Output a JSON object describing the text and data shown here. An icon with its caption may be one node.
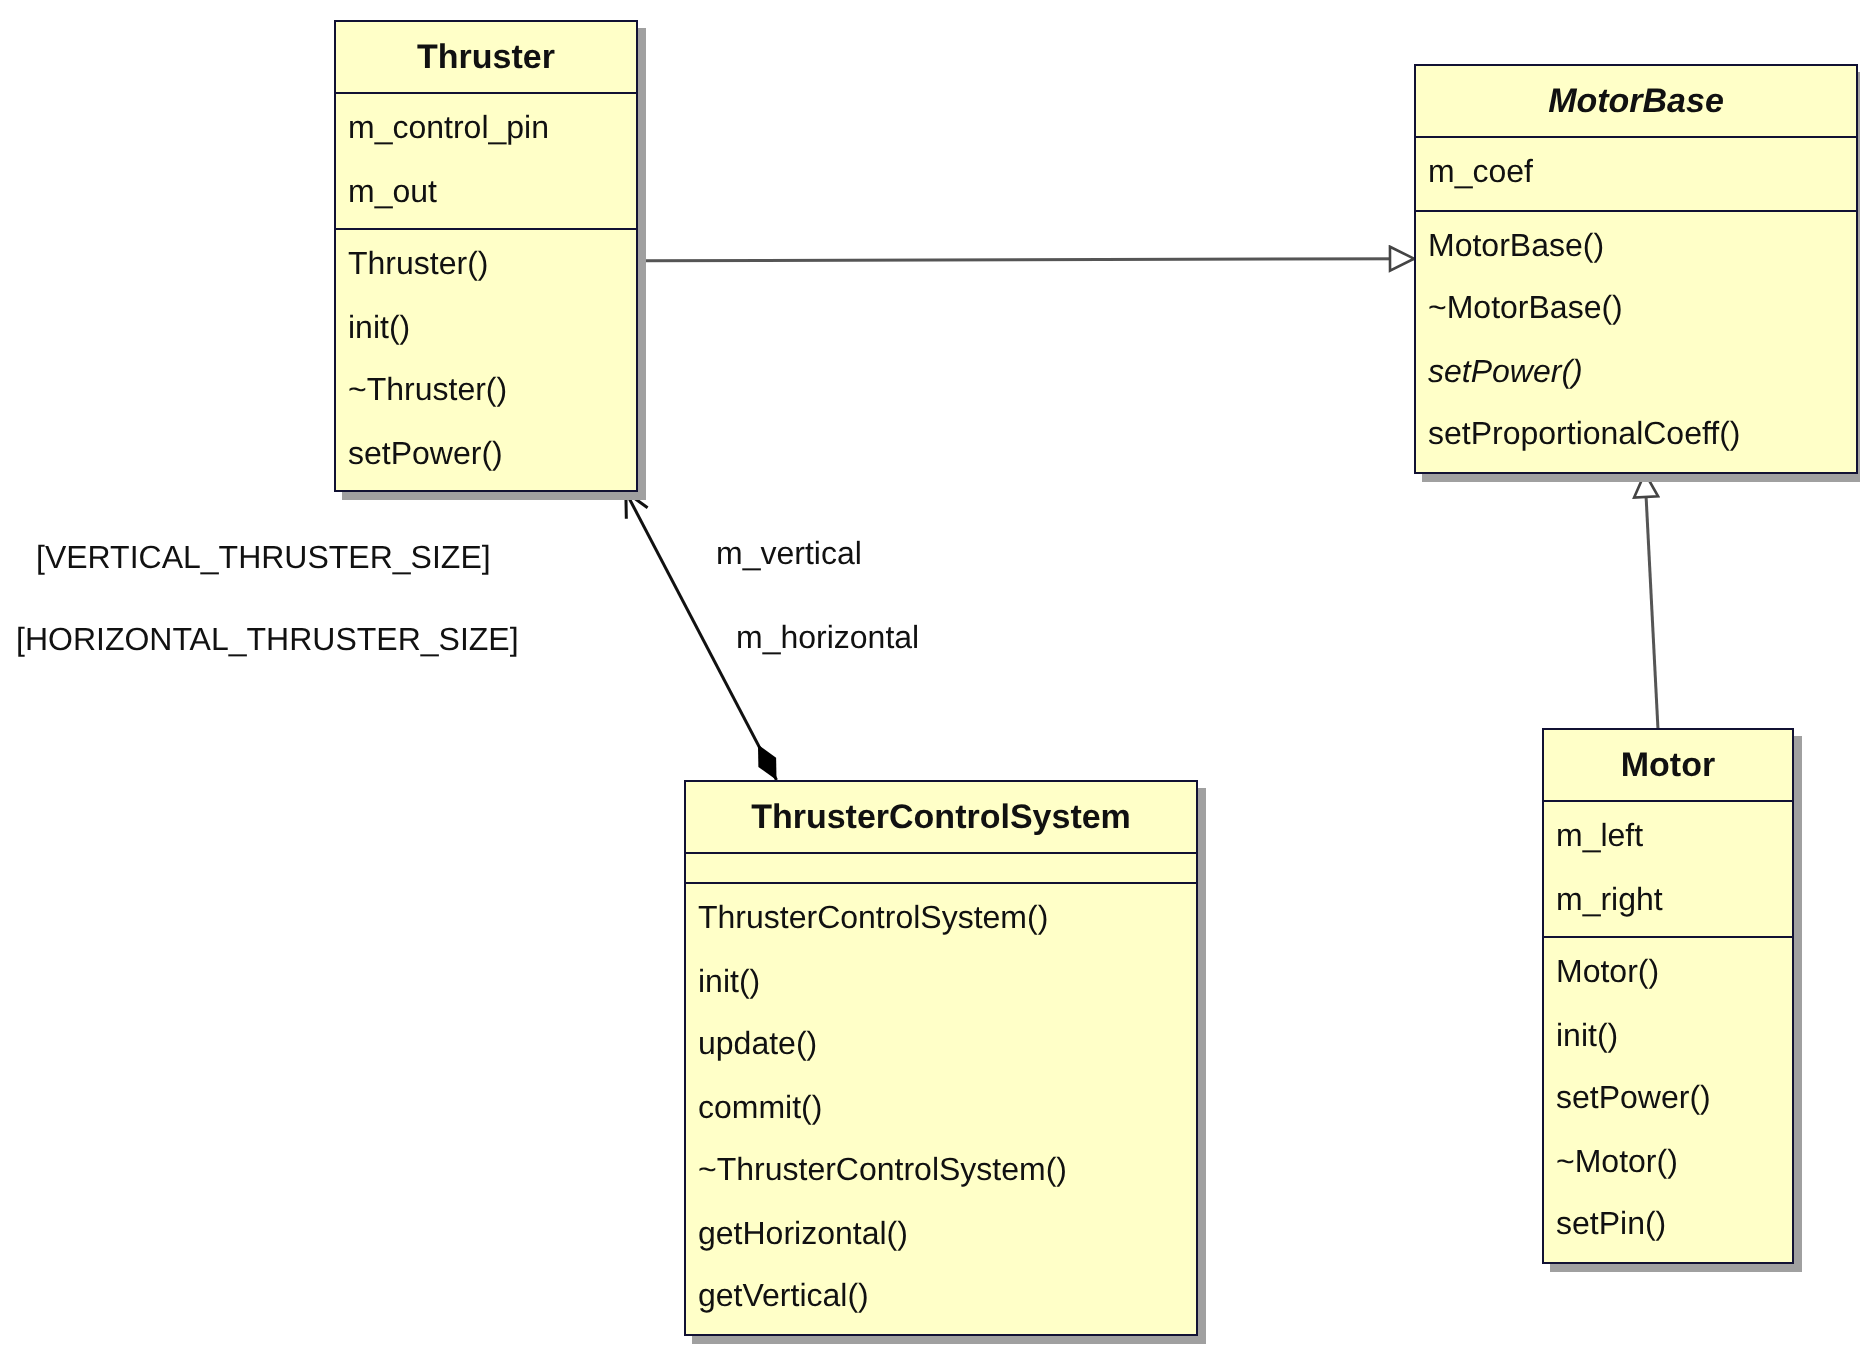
{
  "diagram": {
    "nodes": [
      {
        "text": [
          "Thruster"
        ]
      },
      {
        "text": [
          "m_control_pin",
          "m_out"
        ],
        "in": 0
      },
      {
        "text": [
          "Thruster()",
          "init()",
          "~Thruster()",
          "setPower()"
        ],
        "in": 0
      },
      {
        "text": [
          "*MotorBase*"
        ]
      },
      {
        "text": [
          "m_coef"
        ],
        "in": 3
      },
      {
        "text": [
          "MotorBase()",
          "~MotorBase()",
          "*setPower()*",
          "setProportionalCoeff()"
        ],
        "in": 3
      },
      {
        "text": [
          "ThrusterControlSystem"
        ]
      },
      {
        "text": [],
        "shape": "box",
        "in": 6
      },
      {
        "text": [
          "ThrusterControlSystem()",
          "init()",
          "update()",
          "commit()",
          "~ThrusterControlSystem()",
          "getHorizontal()",
          "getVertical()"
        ],
        "in": 6
      },
      {
        "text": [
          "Motor"
        ]
      },
      {
        "text": [
          "m_left",
          "m_right"
        ],
        "in": 9
      },
      {
        "text": [
          "Motor()",
          "init()",
          "setPower()",
          "~Motor()",
          "setPin()"
        ],
        "in": 9
      }
    ],
    "edges": [
      {
        "from": 0,
        "to": 3,
        "arrow": "to"
      },
      {
        "from": 9,
        "to": 3,
        "arrow": "to"
      },
      {
        "from": 6,
        "to": 0,
        "arrow": "to"
      }
    ],
    "labels": [
      "[VERTICAL_THRUSTER_SIZE]",
      "m_vertical",
      "[HORIZONTAL_THRUSTER_SIZE]",
      "m_horizontal"
    ]
  }
}
